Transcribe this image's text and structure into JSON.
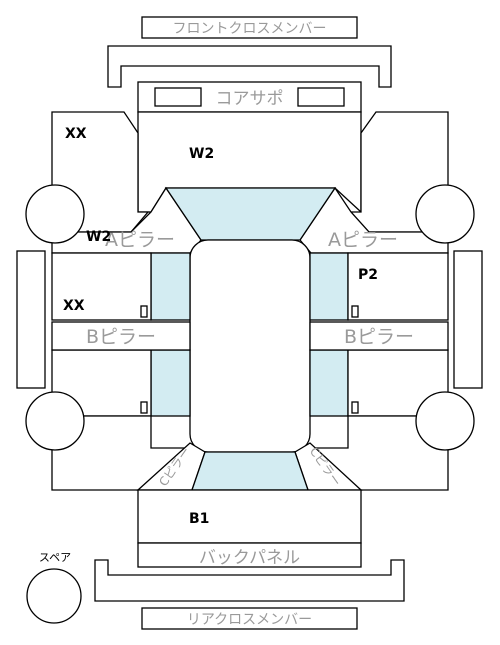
{
  "labels": {
    "front_cross_member": "フロントクロスメンバー",
    "core_support": "コアサポ",
    "a_pillar_left": "Aピラー",
    "a_pillar_right": "Aピラー",
    "b_pillar_left": "Bピラー",
    "b_pillar_right": "Bピラー",
    "c_pillar_left": "Cピラー",
    "c_pillar_right": "Cピラー",
    "back_panel": "バックパネル",
    "rear_cross_member": "リアクロスメンバー",
    "spare": "スペア"
  },
  "marks": {
    "left_front_fender": "XX",
    "hood": "W2",
    "left_a_pillar": "W2",
    "right_rear_door": "P2",
    "left_rear_door": "XX",
    "trunk": "B1"
  },
  "colors": {
    "glass": "#d3ecf2",
    "label_gray": "#9a9a9a"
  }
}
